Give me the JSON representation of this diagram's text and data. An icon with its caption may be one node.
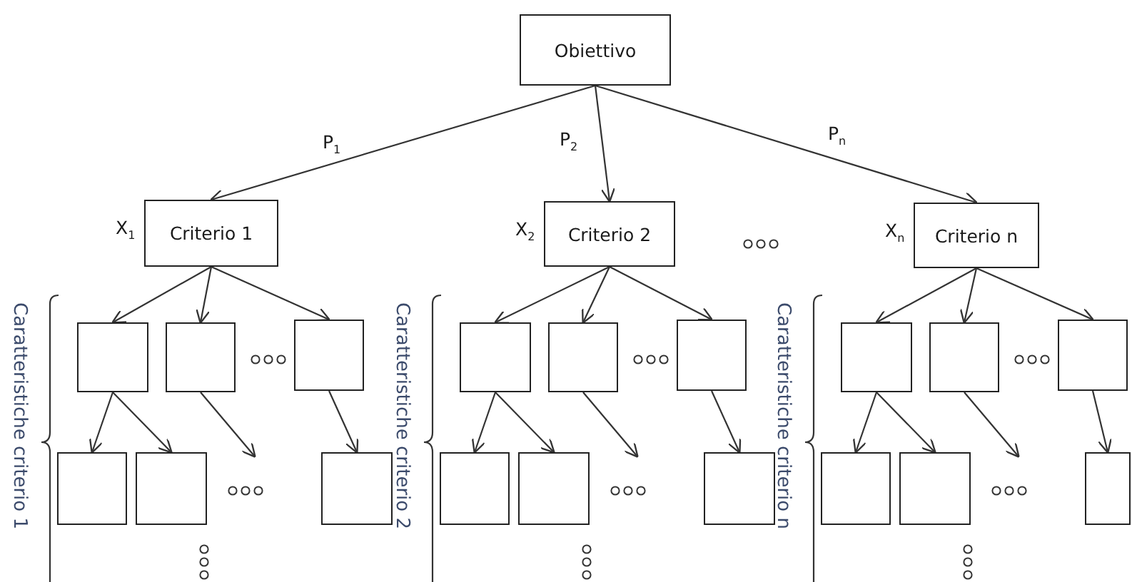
{
  "diagram": {
    "nodes": [
      {
        "text": [
          "Obiettivo"
        ]
      },
      {
        "text": [
          "Criterio 1"
        ],
        "beside": [
          "X$_{1}$"
        ]
      },
      {
        "text": [
          "Criterio 2"
        ],
        "beside": [
          "X$_{2}$"
        ]
      },
      {
        "text": [
          "Criterio n"
        ],
        "beside": [
          "X$_{n}$"
        ]
      },
      {
        "text": [],
        "shape": "box"
      },
      {
        "text": [],
        "shape": "box"
      },
      {
        "text": [],
        "shape": "box"
      },
      {
        "text": [],
        "shape": "box"
      },
      {
        "text": [],
        "shape": "box"
      },
      {
        "text": [],
        "shape": "box"
      },
      {
        "text": [],
        "shape": "box"
      },
      {
        "text": [],
        "shape": "box"
      },
      {
        "text": [],
        "shape": "box"
      },
      {
        "text": [],
        "shape": "box"
      },
      {
        "text": [],
        "shape": "box"
      },
      {
        "text": [],
        "shape": "box"
      },
      {
        "text": [],
        "shape": "box"
      },
      {
        "text": [],
        "shape": "box"
      },
      {
        "text": [],
        "shape": "box"
      },
      {
        "text": [],
        "shape": "box"
      },
      {
        "text": [],
        "shape": "box"
      },
      {
        "text": [],
        "shape": "box"
      }
    ],
    "edges": [
      {
        "from": 0,
        "to": 1,
        "arrow": "to",
        "label": "P$_{1}$"
      },
      {
        "from": 0,
        "to": 2,
        "arrow": "to",
        "label": "P$_{2}$"
      },
      {
        "from": 0,
        "to": 3,
        "arrow": "to",
        "label": "P$_{n}$"
      },
      {
        "from": 1,
        "to": 4,
        "arrow": "to"
      },
      {
        "from": 1,
        "to": 5,
        "arrow": "to"
      },
      {
        "from": 1,
        "to": 6,
        "arrow": "to"
      },
      {
        "from": 4,
        "to": 13,
        "arrow": "to"
      },
      {
        "from": 4,
        "to": 14,
        "arrow": "to"
      },
      {
        "from": 5,
        "to": null,
        "arrow": "to"
      },
      {
        "from": 6,
        "to": 15,
        "arrow": "to"
      },
      {
        "from": 2,
        "to": 7,
        "arrow": "to"
      },
      {
        "from": 2,
        "to": 8,
        "arrow": "to"
      },
      {
        "from": 2,
        "to": 9,
        "arrow": "to"
      },
      {
        "from": 7,
        "to": 16,
        "arrow": "to"
      },
      {
        "from": 7,
        "to": 17,
        "arrow": "to"
      },
      {
        "from": 8,
        "to": null,
        "arrow": "to"
      },
      {
        "from": 9,
        "to": 18,
        "arrow": "to"
      },
      {
        "from": 3,
        "to": 10,
        "arrow": "to"
      },
      {
        "from": 3,
        "to": 11,
        "arrow": "to"
      },
      {
        "from": 3,
        "to": 12,
        "arrow": "to"
      },
      {
        "from": 10,
        "to": 19,
        "arrow": "to"
      },
      {
        "from": 10,
        "to": 20,
        "arrow": "to"
      },
      {
        "from": 11,
        "to": null,
        "arrow": "to"
      },
      {
        "from": 12,
        "to": 21,
        "arrow": "to"
      }
    ],
    "labels": [
      "Caratteristiche criterio 1",
      "Caratteristiche criterio 2",
      "Caratteristiche criterio n"
    ]
  }
}
